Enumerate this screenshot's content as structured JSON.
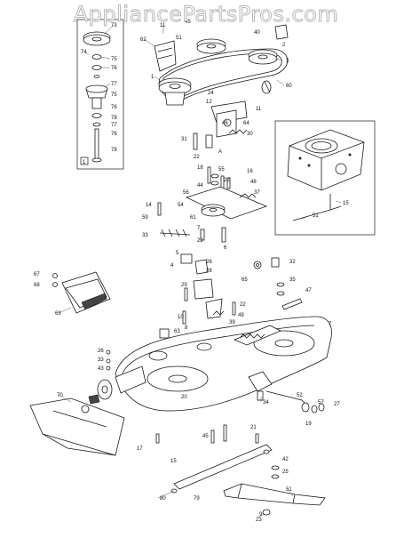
{
  "watermark": "AppliancePartsPros.com",
  "inset_number": "1",
  "callouts": {
    "inset": [
      "73",
      "74",
      "75",
      "76",
      "77",
      "75",
      "76",
      "78",
      "77",
      "76",
      "78"
    ],
    "top": [
      "11",
      "45",
      "62",
      "51",
      "40",
      "3",
      "2",
      "1",
      "60",
      "24",
      "12",
      "11",
      "64",
      "46",
      "30",
      "31",
      "22",
      "A",
      "18",
      "55",
      "16",
      "22",
      "44",
      "48",
      "37",
      "56",
      "61",
      "54",
      "59",
      "14",
      "33",
      "7",
      "22",
      "6"
    ],
    "right_inset": [
      "51",
      "15"
    ],
    "middle": [
      "67",
      "68",
      "69",
      "5",
      "26",
      "4",
      "28",
      "32",
      "65",
      "35",
      "29",
      "10",
      "8",
      "22",
      "49",
      "47",
      "7",
      "63",
      "39",
      "26",
      "33",
      "43",
      "70"
    ],
    "lower": [
      "20",
      "52",
      "57",
      "27",
      "34",
      "19",
      "21",
      "45",
      "15",
      "17",
      "42",
      "25",
      "80",
      "79",
      "51",
      "23",
      "9"
    ]
  }
}
